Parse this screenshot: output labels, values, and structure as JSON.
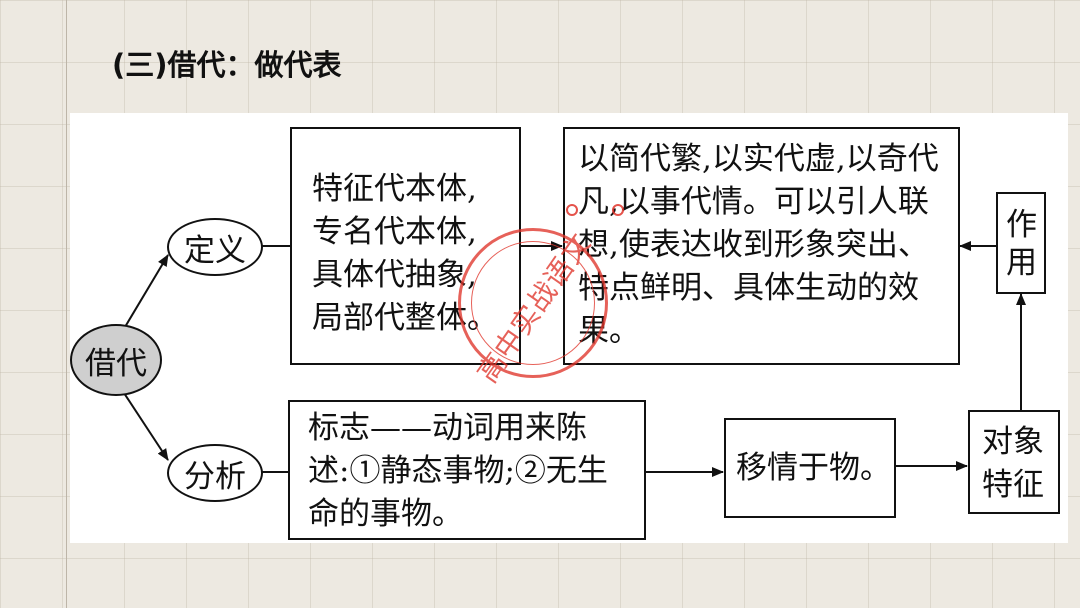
{
  "title": "(三)借代：做代表",
  "diagram": {
    "root": "借代",
    "branch_definition": "定义",
    "branch_analysis": "分析",
    "definition_text": "特征代本体,专名代本体,具体代抽象,局部代整体。",
    "effect_text": "以简代繁,以实代虚,以奇代凡,以事代情。可以引人联想,使表达收到形象突出、特点鲜明、具体生动的效果。",
    "function_label": "作用",
    "analysis_text": "标志——动词用来陈述:①静态事物;②无生命的事物。",
    "transfer_text": "移情于物。",
    "object_label": "对象特征"
  },
  "watermark": "高中实战语文",
  "colors": {
    "line": "#111111",
    "stamp": "#e0352b",
    "root_fill": "#cfcfcf"
  }
}
